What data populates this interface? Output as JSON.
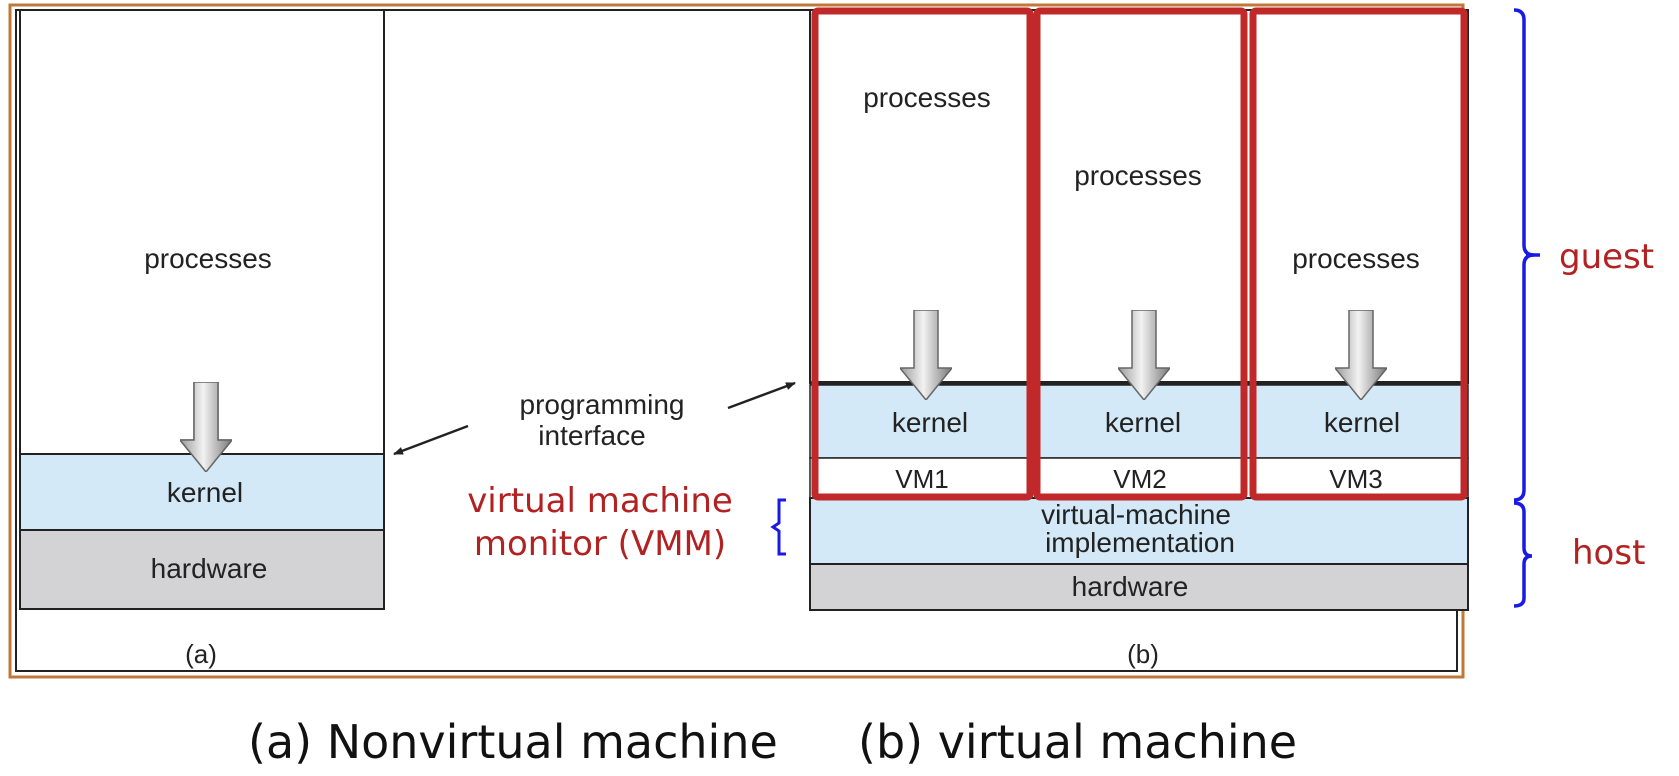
{
  "panel_a": {
    "processes": "processes",
    "kernel": "kernel",
    "hardware": "hardware",
    "label": "(a)"
  },
  "panel_b": {
    "vms": [
      {
        "processes": "processes",
        "kernel": "kernel",
        "vm": "VM1"
      },
      {
        "processes": "processes",
        "kernel": "kernel",
        "vm": "VM2"
      },
      {
        "processes": "processes",
        "kernel": "kernel",
        "vm": "VM3"
      }
    ],
    "implementation_line1": "virtual-machine",
    "implementation_line2": "implementation",
    "hardware": "hardware",
    "label": "(b)"
  },
  "programming_interface": {
    "line1": "programming",
    "line2": "interface"
  },
  "vmm_label": {
    "line1": "virtual machine",
    "line2": "monitor (VMM)"
  },
  "brace_labels": {
    "guest": "guest",
    "host": "host"
  },
  "captions": {
    "a": "(a) Nonvirtual machine",
    "b": "(b) virtual machine"
  },
  "colors": {
    "kernel_fill": "#d4e9f7",
    "hardware_fill": "#d3d3d5",
    "outer_border": "#c0783a",
    "vm_highlight": "#c0282a",
    "brace": "#1a1ae6",
    "red_text": "#b22222"
  }
}
